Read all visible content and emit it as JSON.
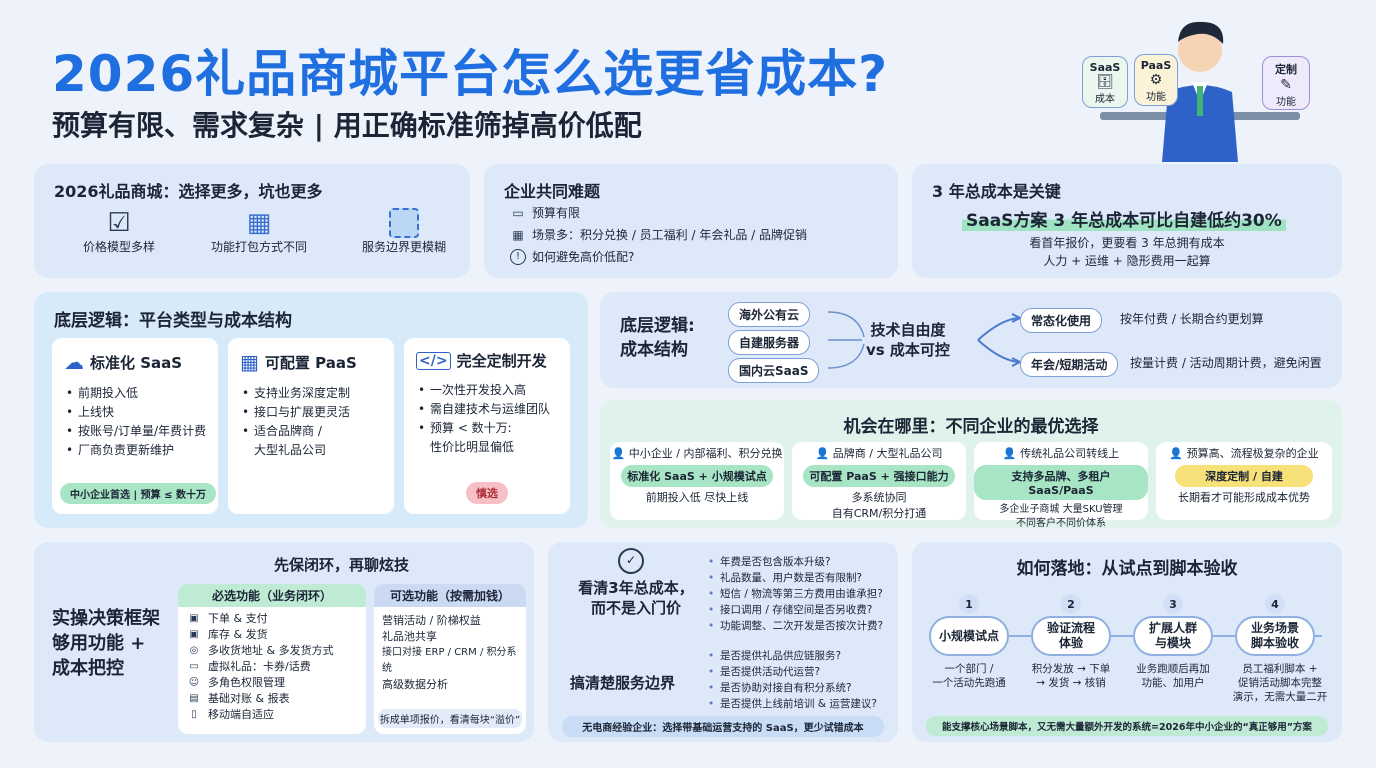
{
  "header": {
    "title": "2026礼品商城平台怎么选更省成本?",
    "subtitle": "预算有限、需求复杂 | 用正确标准筛掉高价低配"
  },
  "illus": {
    "saas": "SaaS",
    "saas_sub": "成本",
    "paas": "PaaS",
    "paas_sub": "功能",
    "custom": "定制",
    "custom_sub": "功能"
  },
  "box1": {
    "title": "2026礼品商城：选择更多，坑也更多",
    "items": [
      "价格模型多样",
      "功能打包方式不同",
      "服务边界更模糊"
    ]
  },
  "box2": {
    "title": "企业共同难题",
    "items": [
      "预算有限",
      "场景多：积分兑换 / 员工福利 / 年会礼品 / 品牌促销",
      "如何避免高价低配?"
    ]
  },
  "box3": {
    "title": "3 年总成本是关键",
    "highlight": "SaaS方案 3 年总成本可比自建低约30%",
    "line1": "看首年报价，更要看 3 年总拥有成本",
    "line2": "人力 + 运维 + 隐形费用一起算"
  },
  "logic1": {
    "title": "底层逻辑：平台类型与成本结构",
    "cards": [
      {
        "name": "标准化 SaaS",
        "points": [
          "前期投入低",
          "上线快",
          "按账号/订单量/年费计费",
          "厂商负责更新维护"
        ],
        "tag": "中小企业首选 | 预算 ≤ 数十万"
      },
      {
        "name": "可配置 PaaS",
        "points": [
          "支持业务深度定制",
          "接口与扩展更灵活",
          "适合品牌商 /\n大型礼品公司"
        ],
        "tag": ""
      },
      {
        "name": "完全定制开发",
        "points": [
          "一次性开发投入高",
          "需自建技术与运维团队",
          "预算 < 数十万:\n性价比明显偏低"
        ],
        "tag": "慎选"
      }
    ]
  },
  "logic2": {
    "title": "底层逻辑:\n成本结构",
    "sources": [
      "海外公有云",
      "自建服务器",
      "国内云SaaS"
    ],
    "center": "技术自由度\nvs 成本可控",
    "branches": [
      {
        "label": "常态化使用",
        "desc": "按年付费 / 长期合约更划算"
      },
      {
        "label": "年会/短期活动",
        "desc": "按量计费 / 活动周期计费，避免闲置"
      }
    ]
  },
  "opp": {
    "title": "机会在哪里：不同企业的最优选择",
    "cols": [
      {
        "who": "中小企业 / 内部福利、积分兑换",
        "pick": "标准化 SaaS + 小规模试点",
        "desc": "前期投入低   尽快上线"
      },
      {
        "who": "品牌商 / 大型礼品公司",
        "pick": "可配置 PaaS + 强接口能力",
        "desc": "多系统协同\n自有CRM/积分打通"
      },
      {
        "who": "传统礼品公司转线上",
        "pick": "支持多品牌、多租户 SaaS/PaaS",
        "desc": "多企业子商城   大量SKU管理\n不同客户不同价体系"
      },
      {
        "who": "预算高、流程极复杂的企业",
        "pick": "深度定制 / 自建",
        "desc": "长期看才可能形成成本优势"
      }
    ]
  },
  "frame": {
    "title": "实操决策框架\n够用功能 +\n成本把控",
    "top": "先保闭环，再聊炫技",
    "must_title": "必选功能（业务闭环）",
    "must": [
      "下单 & 支付",
      "库存 & 发货",
      "多收货地址 & 多发货方式",
      "虚拟礼品：卡券/话费",
      "多角色权限管理",
      "基础对账 & 报表",
      "移动端自适应"
    ],
    "opt_title": "可选功能（按需加钱）",
    "opt": [
      "营销活动 / 阶梯权益",
      "礼品池共享",
      "接口对接 ERP / CRM / 积分系统",
      "高级数据分析"
    ],
    "opt_note": "拆成单项报价，看清每块“溢价”"
  },
  "cost": {
    "t1": "看清3年总成本，\n而不是入门价",
    "q1": [
      "年费是否包含版本升级?",
      "礼品数量、用户数是否有限制?",
      "短信 / 物流等第三方费用由谁承担?",
      "接口调用 / 存储空间是否另收费?",
      "功能调整、二次开发是否按次计费?"
    ],
    "t2": "搞清楚服务边界",
    "q2": [
      "是否提供礼品供应链服务?",
      "是否提供活动代运营?",
      "是否协助对接自有积分系统?",
      "是否提供上线前培训 & 运营建议?"
    ],
    "note": "无电商经验企业：选择带基础运营支持的 SaaS，更少试错成本"
  },
  "land": {
    "title": "如何落地：从试点到脚本验收",
    "steps": [
      {
        "n": "1",
        "name": "小规模试点",
        "desc": "一个部门 /\n一个活动先跑通"
      },
      {
        "n": "2",
        "name": "验证流程\n体验",
        "desc": "积分发放 → 下单\n→ 发货 → 核销"
      },
      {
        "n": "3",
        "name": "扩展人群\n与模块",
        "desc": "业务跑顺后再加\n功能、加用户"
      },
      {
        "n": "4",
        "name": "业务场景\n脚本验收",
        "desc": "员工福利脚本 +\n促销活动脚本完整\n演示，无需大量二开"
      }
    ],
    "footer": "能支撑核心场景脚本，又无需大量额外开发的系统=2026年中小企业的“真正够用”方案"
  },
  "colors": {
    "accent": "#1f6fe0",
    "green": "#6fd3a0",
    "yellow": "#f7e27a",
    "pink": "#f6c0c6"
  }
}
